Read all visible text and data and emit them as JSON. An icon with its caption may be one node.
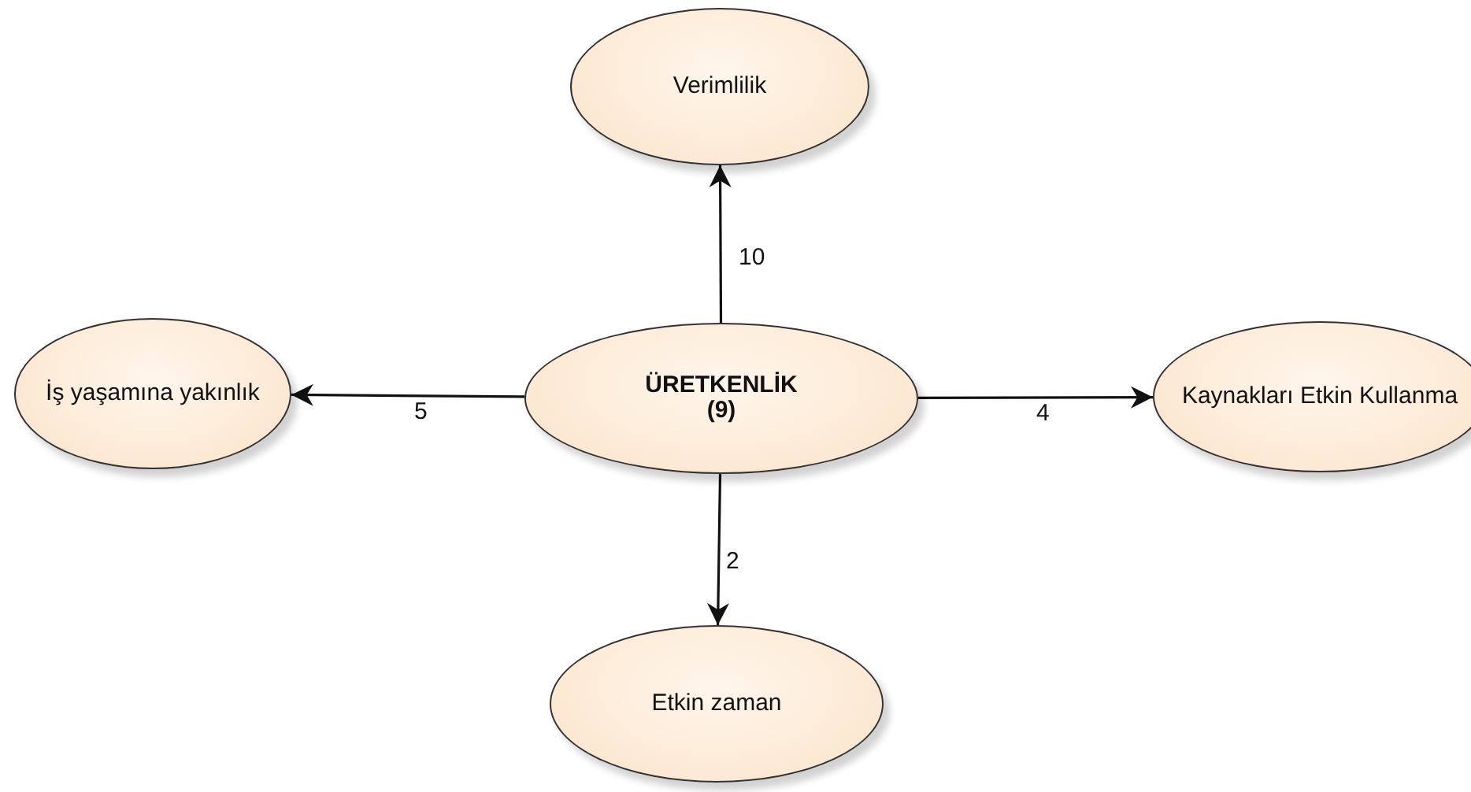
{
  "diagram": {
    "nodes": [
      {
        "text": [
          "Verimlilik"
        ]
      },
      {
        "text": [
          "İş yaşamına yakınlık"
        ]
      },
      {
        "text": [
          "ÜRETKENLİK (9)"
        ]
      },
      {
        "text": [
          "Kaynakları Etkin Kullanma"
        ]
      },
      {
        "text": [
          "Etkin zaman"
        ]
      }
    ],
    "edges": [
      {
        "from": 2,
        "to": 0,
        "arrow": "to",
        "label": "10"
      },
      {
        "from": 2,
        "to": 1,
        "arrow": "to",
        "label": "5"
      },
      {
        "from": 2,
        "to": 3,
        "arrow": "to",
        "label": "4"
      },
      {
        "from": 2,
        "to": 4,
        "arrow": "to",
        "label": "2"
      }
    ]
  }
}
